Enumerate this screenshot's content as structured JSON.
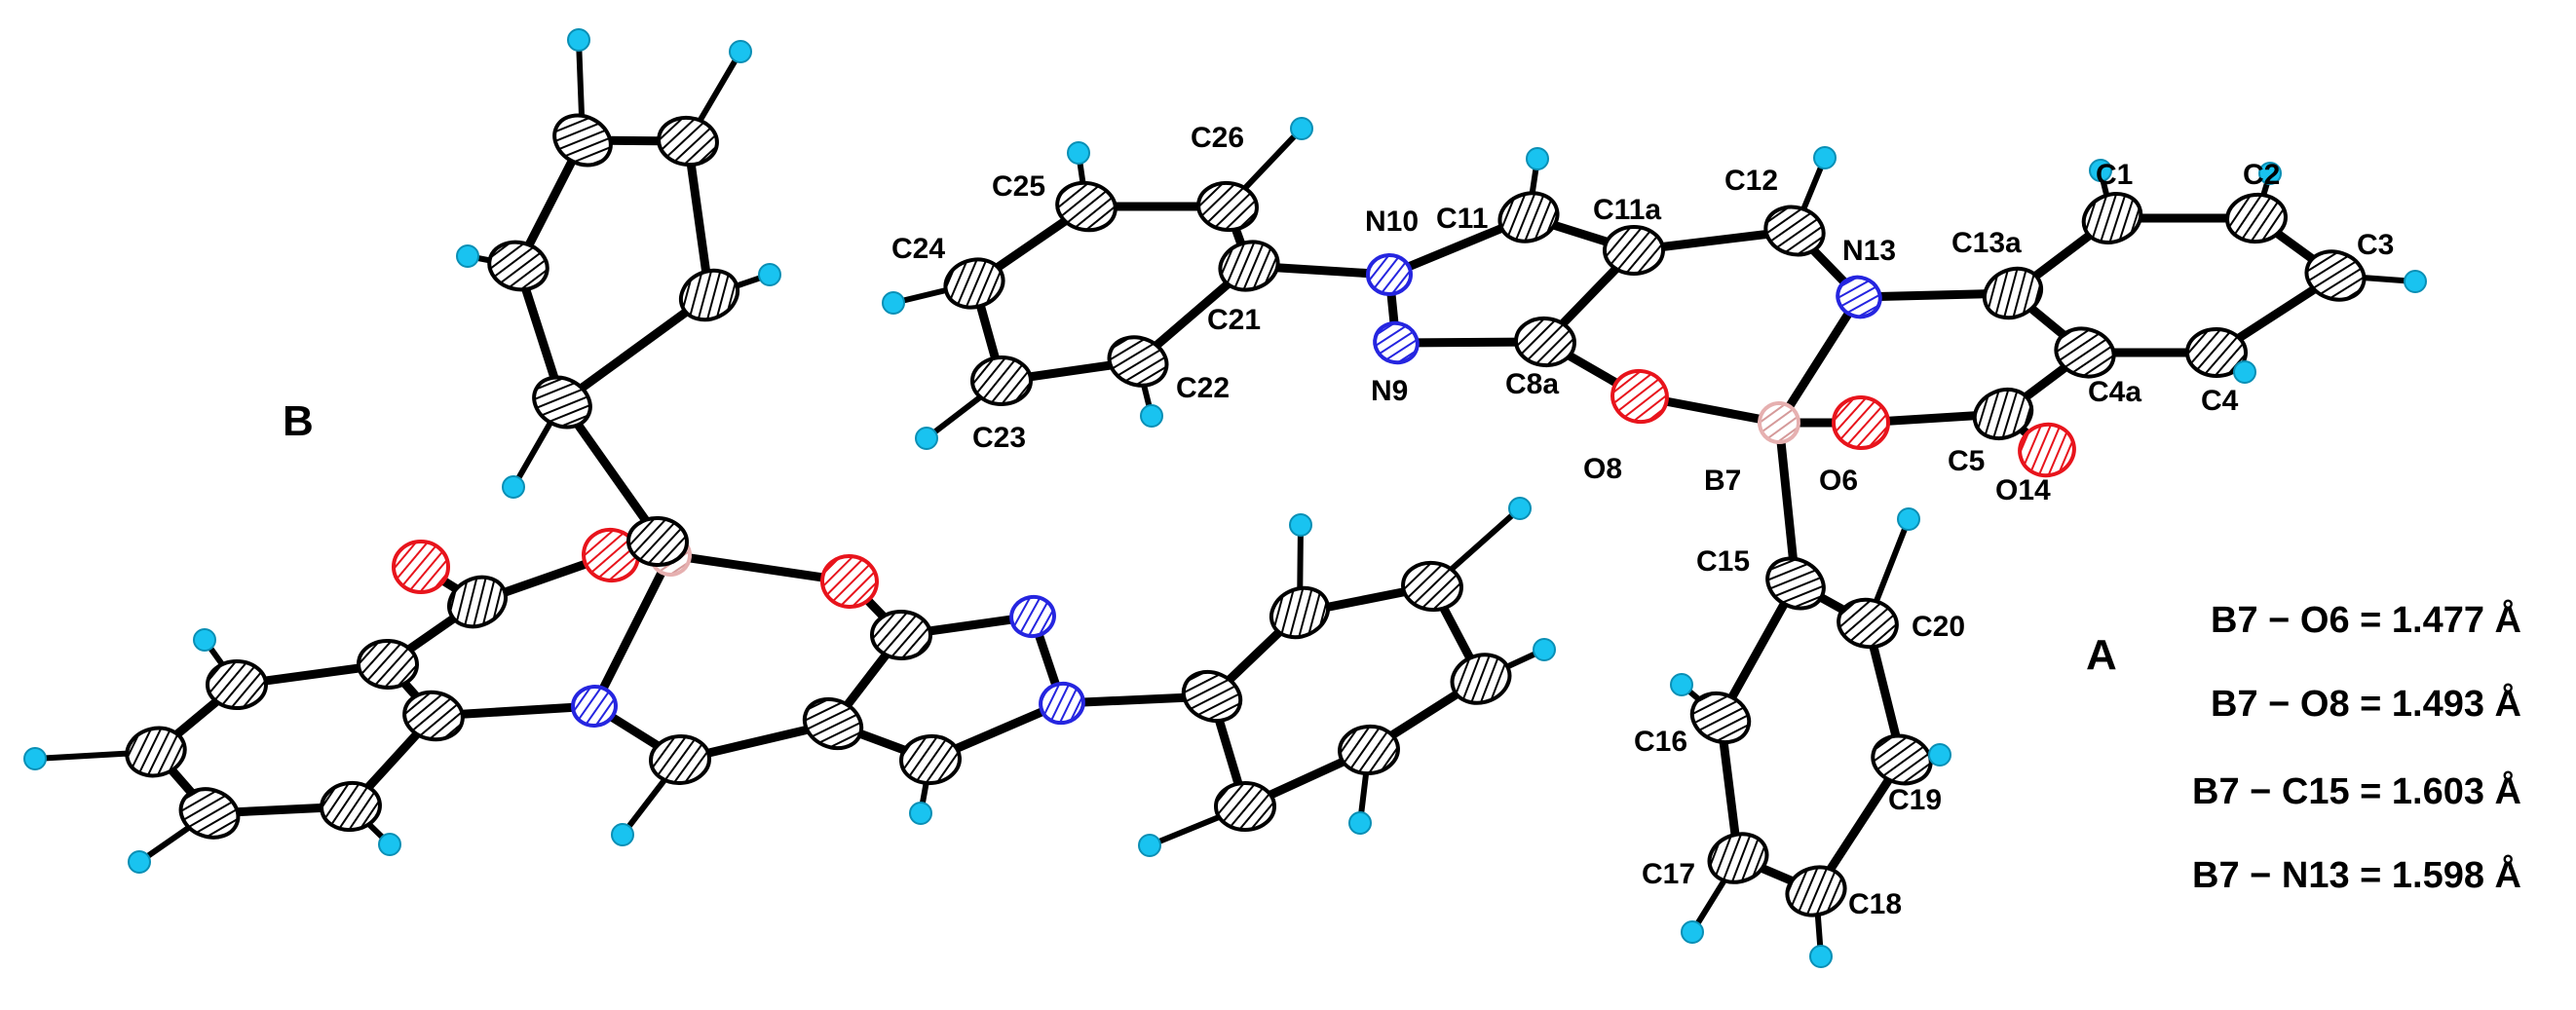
{
  "colors": {
    "carbon": "#000000",
    "hydrogen": "#19c3f0",
    "nitrogen": "#2525e0",
    "oxygen": "#e8141c",
    "boron": "#e6b0b0"
  },
  "molecule_labels": {
    "a": "A",
    "b": "B"
  },
  "atom_labels": {
    "C1": "C1",
    "C2": "C2",
    "C3": "C3",
    "C4": "C4",
    "C4a": "C4a",
    "C5": "C5",
    "O6": "O6",
    "B7": "B7",
    "O8": "O8",
    "C8a": "C8a",
    "N9": "N9",
    "N10": "N10",
    "C11": "C11",
    "C11a": "C11a",
    "C12": "C12",
    "N13": "N13",
    "C13a": "C13a",
    "O14": "O14",
    "C15": "C15",
    "C16": "C16",
    "C17": "C17",
    "C18": "C18",
    "C19": "C19",
    "C20": "C20",
    "C21": "C21",
    "C22": "C22",
    "C23": "C23",
    "C24": "C24",
    "C25": "C25",
    "C26": "C26"
  },
  "bond_lengths": [
    {
      "text": "B7 − O6 = 1.477 Å"
    },
    {
      "text": "B7 − O8 = 1.493 Å"
    },
    {
      "text": "B7 − C15 = 1.603 Å"
    },
    {
      "text": "B7 − N13 = 1.598 Å"
    }
  ]
}
